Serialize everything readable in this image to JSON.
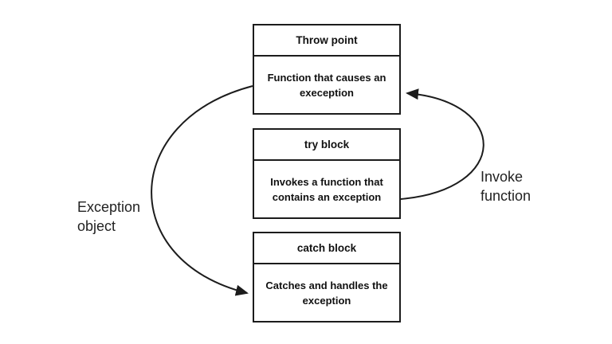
{
  "diagram": {
    "boxes": [
      {
        "header": "Throw point",
        "body": [
          "Function that causes an",
          "exeception"
        ]
      },
      {
        "header": "try block",
        "body": [
          "Invokes a function that",
          "contains an exception"
        ]
      },
      {
        "header": "catch block",
        "body": [
          "Catches and handles the",
          "exception"
        ]
      }
    ],
    "labels": {
      "left": [
        "Exception",
        "object"
      ],
      "right": [
        "Invoke",
        "function"
      ]
    },
    "arrows": [
      {
        "name": "exception-object",
        "from": "Throw point",
        "to": "catch block"
      },
      {
        "name": "invoke-function",
        "from": "try block",
        "to": "Throw point"
      }
    ],
    "colors": {
      "background": "#ffffff",
      "line": "#1c1c1c",
      "text": "#111111"
    }
  }
}
